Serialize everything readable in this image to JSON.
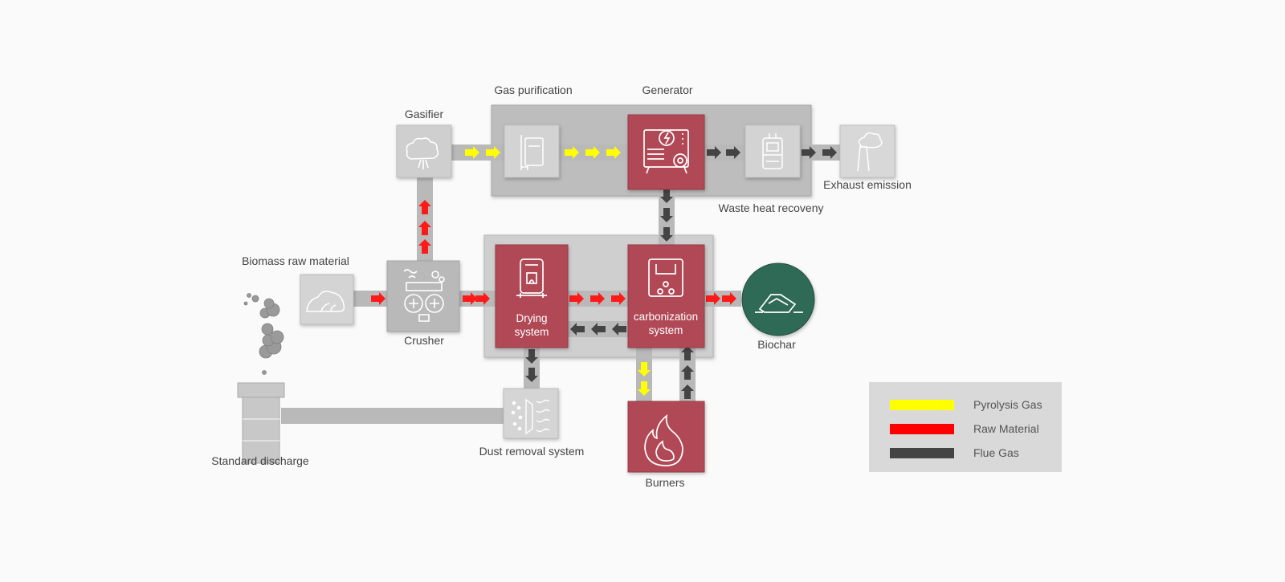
{
  "labels": {
    "gasifier": "Gasifier",
    "gas_purification": "Gas purification",
    "generator": "Generator",
    "exhaust_emission": "Exhaust emission",
    "waste_heat": "Waste heat recoveny",
    "biomass_raw_material": "Biomass raw material",
    "crusher": "Crusher",
    "biochar": "Biochar",
    "dust_removal": "Dust removal system",
    "standard_discharge": "Standard discharge",
    "burners": "Burners"
  },
  "nodes": {
    "drying_line1": "Drying",
    "drying_line2": "system",
    "carbonization_line1": "carbonization",
    "carbonization_line2": "system"
  },
  "legend": [
    {
      "label": "Pyrolysis Gas",
      "color": "#ffff00"
    },
    {
      "label": "Raw Material",
      "color": "#ff0000"
    },
    {
      "label": "Flue Gas",
      "color": "#444444"
    }
  ],
  "colors": {
    "accent_node": "#b04a55",
    "biochar_node": "#2f6b54",
    "gray_node": "#cfcfcf",
    "pipe": "#b9b9b9",
    "pyrolysis_arrow": "#ffff00",
    "raw_arrow": "#ff1a1a",
    "flue_arrow": "#444444"
  }
}
